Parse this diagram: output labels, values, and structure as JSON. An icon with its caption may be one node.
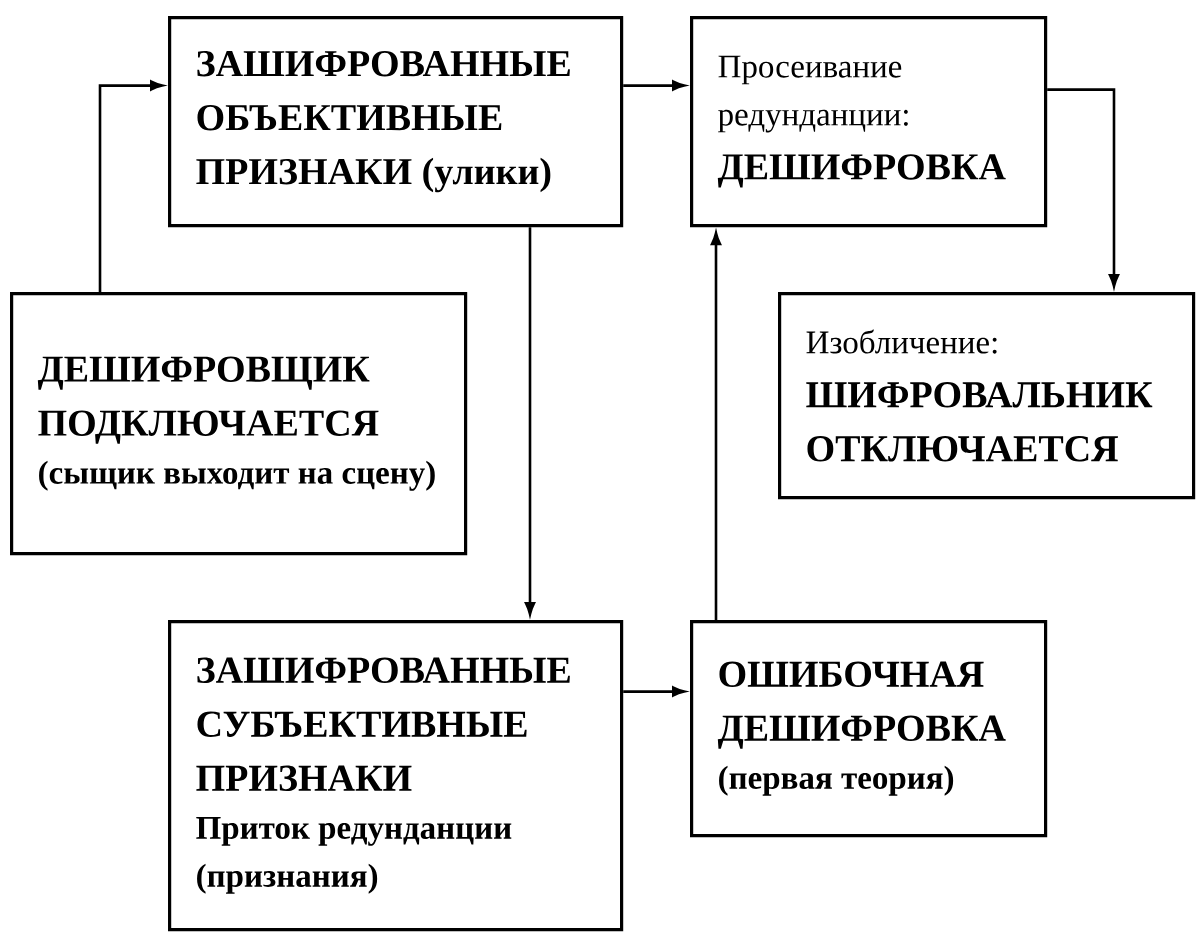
{
  "diagram": {
    "nodes": [
      {
        "text": [
          "ЗАШИФРОВАННЫЕ ОБЪЕКТИВНЫЕ ПРИЗНАКИ (улики)"
        ]
      },
      {
        "text": [
          "Просеивание редунданции:",
          "ДЕШИФРОВКА"
        ]
      },
      {
        "text": [
          "ДЕШИФРОВЩИК ПОДКЛЮЧАЕТСЯ",
          "(сыщик выходит на сцену)"
        ]
      },
      {
        "text": [
          "Изобличение:",
          "ШИФРОВАЛЬНИК ОТКЛЮЧАЕТСЯ"
        ]
      },
      {
        "text": [
          "ЗАШИФРОВАННЫЕ СУБЪЕКТИВНЫЕ ПРИЗНАКИ",
          "Приток редунданции (признания)"
        ]
      },
      {
        "text": [
          "ОШИБОЧНАЯ ДЕШИФРОВКА",
          "(первая теория)"
        ]
      }
    ],
    "edges": [
      {
        "from": 2,
        "to": 0,
        "arrow": "to"
      },
      {
        "from": 0,
        "to": 1,
        "arrow": "to"
      },
      {
        "from": 1,
        "to": 3,
        "arrow": "to"
      },
      {
        "from": 0,
        "to": 4,
        "arrow": "to"
      },
      {
        "from": 4,
        "to": 5,
        "arrow": "to"
      },
      {
        "from": 5,
        "to": 1,
        "arrow": "to"
      }
    ]
  }
}
